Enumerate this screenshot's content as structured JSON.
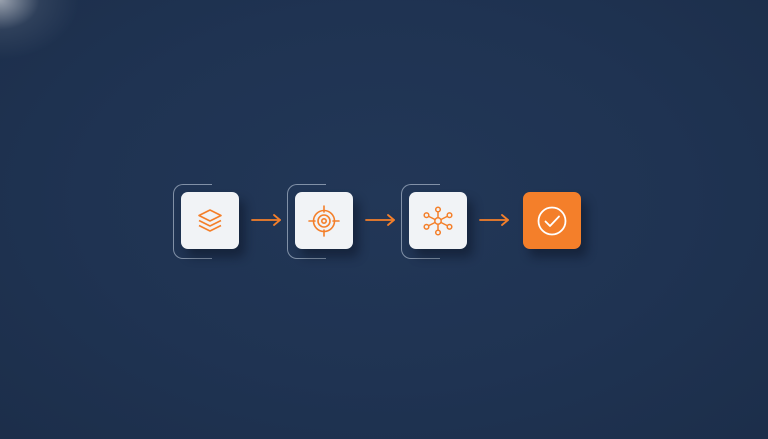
{
  "diagram": {
    "steps": [
      {
        "icon": "layers-icon",
        "state": "default"
      },
      {
        "icon": "target-icon",
        "state": "default"
      },
      {
        "icon": "network-icon",
        "state": "default"
      },
      {
        "icon": "check-circle-icon",
        "state": "complete"
      }
    ],
    "connectors": 3,
    "colors": {
      "background": "#1f3352",
      "card": "#f1f3f6",
      "accent": "#f47f2a",
      "frame": "#c8d2e0"
    }
  }
}
